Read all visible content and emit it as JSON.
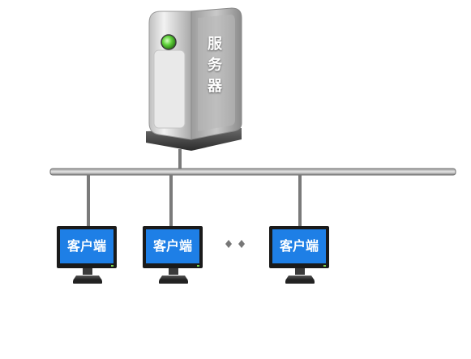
{
  "server": {
    "label": "服务器"
  },
  "clients": [
    {
      "label": "客户端"
    },
    {
      "label": "客户端"
    },
    {
      "label": "客户端"
    }
  ],
  "ellipsis": "• •",
  "colors": {
    "bus": "#7a7a7a",
    "screen": "#1e7fe6",
    "monitor_frame": "#2a2a2a",
    "server_body": "#d8d8d8",
    "server_light": "#5fd13a"
  }
}
